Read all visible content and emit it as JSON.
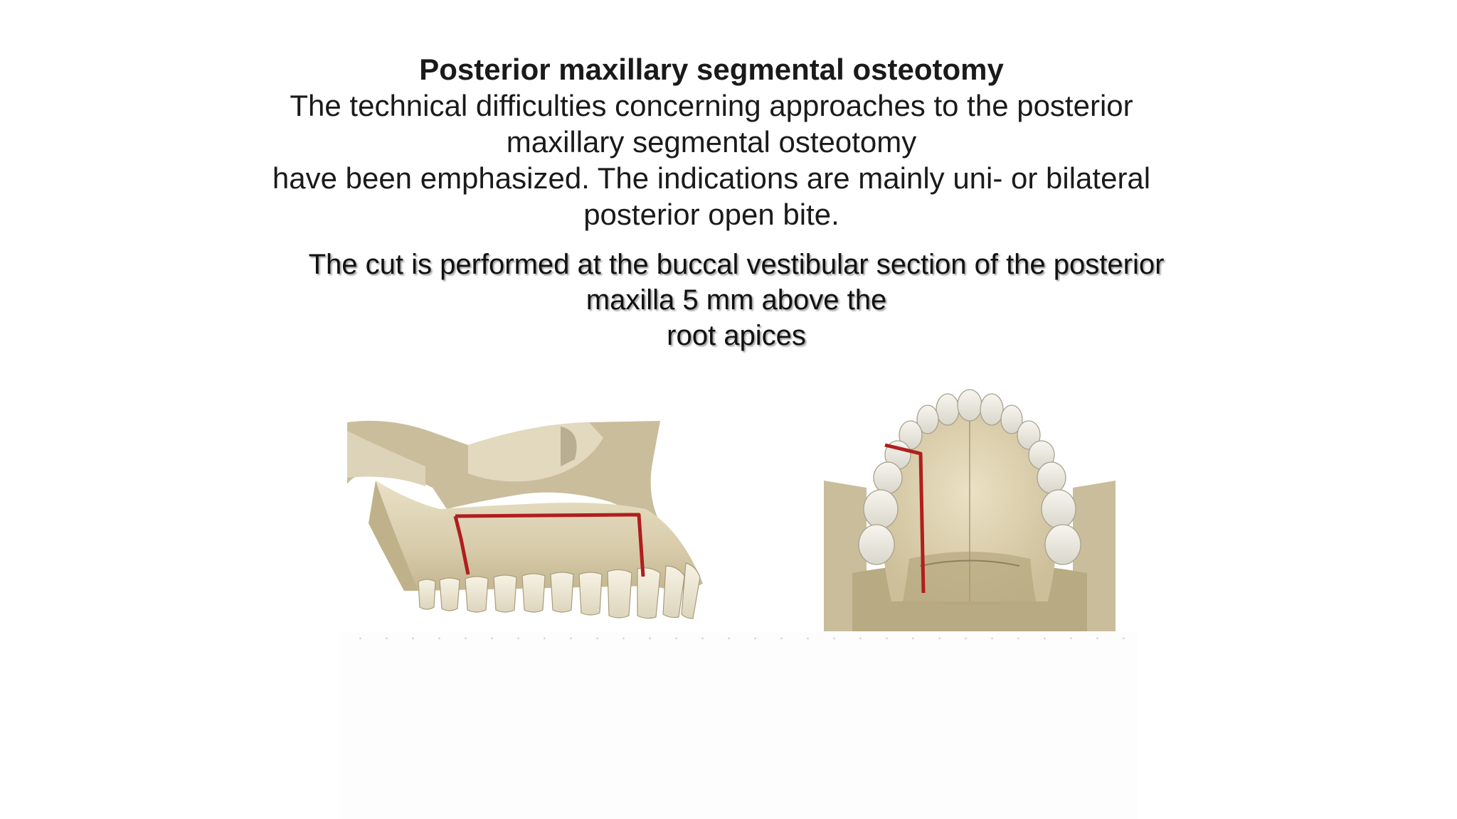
{
  "slide": {
    "title": "Posterior maxillary segmental osteotomy",
    "intro_lines": [
      "The technical difficulties concerning approaches to the posterior",
      "maxillary segmental osteotomy",
      "have been emphasized. The indications are mainly uni- or bilateral",
      "posterior open bite."
    ],
    "cut_lines": [
      "The cut is performed at the buccal vestibular section of the posterior",
      "maxilla 5 mm above the",
      "root apices"
    ]
  },
  "figures": {
    "lateral": {
      "icon": "lateral-maxilla-osteotomy-illustration",
      "cut_color": "#b01e1e"
    },
    "occlusal": {
      "icon": "occlusal-maxilla-osteotomy-illustration",
      "cut_color": "#b01e1e"
    }
  }
}
